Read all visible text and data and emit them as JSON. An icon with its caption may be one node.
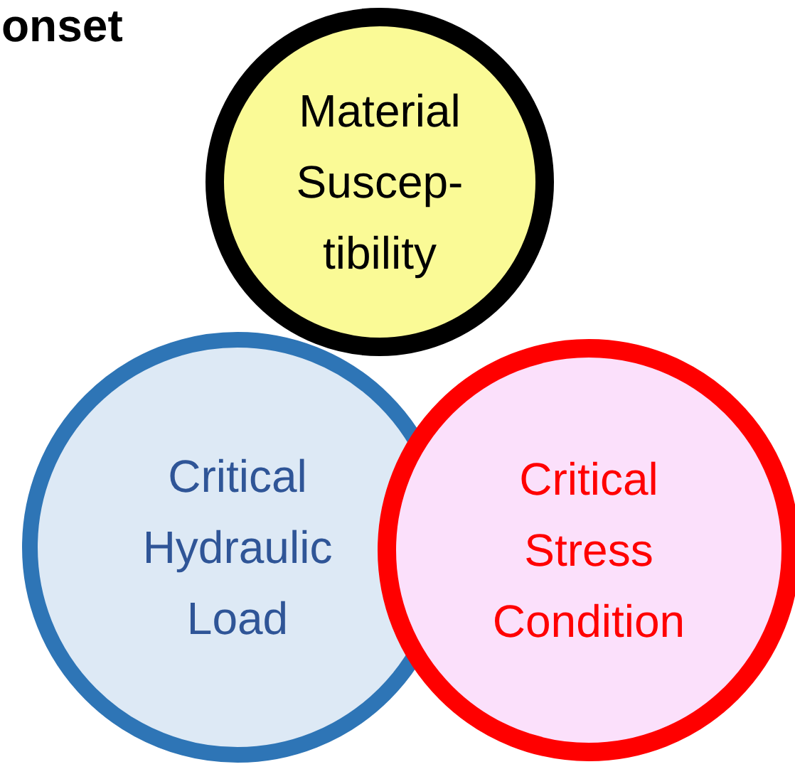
{
  "diagram": {
    "title": "onset",
    "nodes": [
      {
        "text": [
          "Material Suscep- tibility"
        ]
      },
      {
        "text": [
          "Critical Hydraulic Load"
        ]
      },
      {
        "text": [
          "Critical Stress Condition"
        ]
      }
    ]
  }
}
